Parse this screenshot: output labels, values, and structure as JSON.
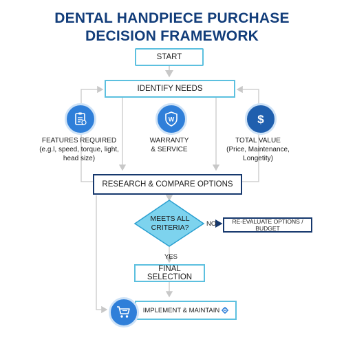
{
  "title": {
    "line1": "DENTAL HANDPIECE PURCHASE",
    "line2": "DECISION FRAMEWORK"
  },
  "colors": {
    "title": "#123d7a",
    "light_border": "#5cc0df",
    "dark_border": "#16386d",
    "icon_fill": "#2f7fd9",
    "diamond_fill": "#7dd3ee",
    "arrow": "#c8c8c8"
  },
  "nodes": {
    "start": "START",
    "identify": "IDENTIFY NEEDS",
    "research": "RESEARCH & COMPARE OPTIONS",
    "decision_line1": "MEETS ALL",
    "decision_line2": "CRITERIA?",
    "reevaluate": "RE-EVALUATE OPTIONS / BUDGET",
    "final": "FINAL SELECTION",
    "implement": "IMPLEMENT & MAINTAIN"
  },
  "branches": {
    "no": "NO",
    "yes": "YES"
  },
  "criteria": [
    {
      "icon": "checklist-icon",
      "title": "FEATURES REQUIRED",
      "detail_line1": "(e.g.l, speed, torque, light,",
      "detail_line2": "head size)"
    },
    {
      "icon": "warranty-shield-icon",
      "title": "WARRANTY",
      "detail_line1": "& SERVICE",
      "detail_line2": ""
    },
    {
      "icon": "dollar-icon",
      "title": "TOTAL VALUE",
      "detail_line1": "(Price, Maintenance,",
      "detail_line2": "Longetity)"
    }
  ],
  "icons": {
    "implement": "shopping-cart-icon",
    "gear": "gear-icon"
  }
}
